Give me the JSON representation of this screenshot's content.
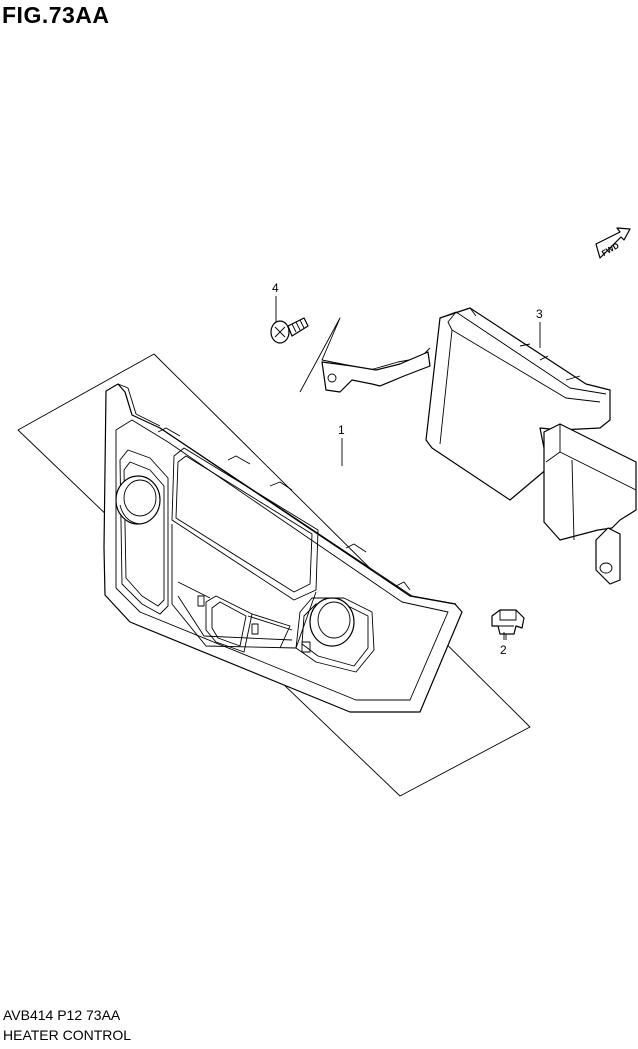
{
  "figure_title": "FIG.73AA",
  "footer": {
    "code": "AVB414 P12 73AA",
    "name": "HEATER CONTROL"
  },
  "orientation_badge": "FWD",
  "callouts": {
    "part1": "1",
    "part2": "2",
    "part3": "3",
    "part4": "4"
  }
}
